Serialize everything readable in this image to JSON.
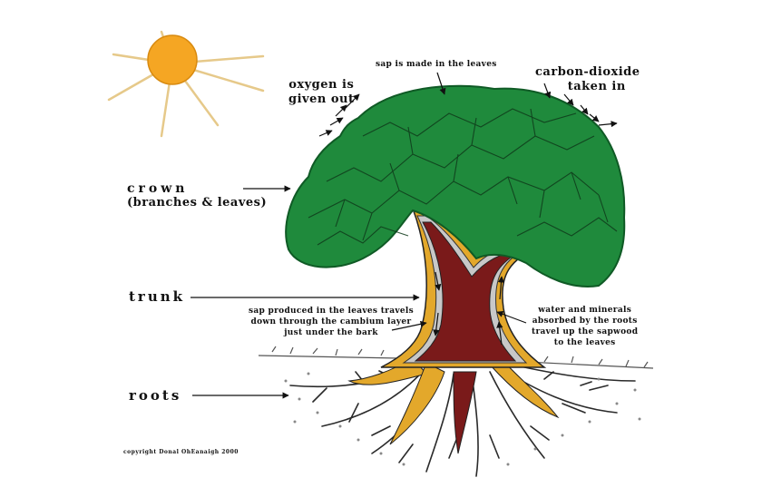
{
  "labels": {
    "sap_made": "sap is made in the leaves",
    "oxygen": [
      "oxygen is",
      "given out"
    ],
    "co2": [
      "carbon-dioxide",
      "taken in"
    ],
    "crown": [
      "crown",
      "(branches & leaves)"
    ],
    "trunk": "trunk",
    "sap_down": [
      "sap produced in the leaves travels",
      "down through the cambium layer",
      "just under the bark"
    ],
    "water": [
      "water and minerals",
      "absorbed by the roots",
      "travel up the sapwood",
      "to the leaves"
    ],
    "roots": "roots",
    "copyright": "copyright Donal OhEanaigh  2000"
  },
  "colors": {
    "sun": "#f5a623",
    "sun_rays": "#e6c98a",
    "leaves": "#1f8a3c",
    "leaves_dark": "#0f5a25",
    "bark": "#e3a82b",
    "cambium": "#c8c8c8",
    "heartwood": "#7a1a1a",
    "roots": "#2a2a2a",
    "ground": "#555555"
  },
  "icons": [
    "sun-icon",
    "tree-illustration"
  ]
}
